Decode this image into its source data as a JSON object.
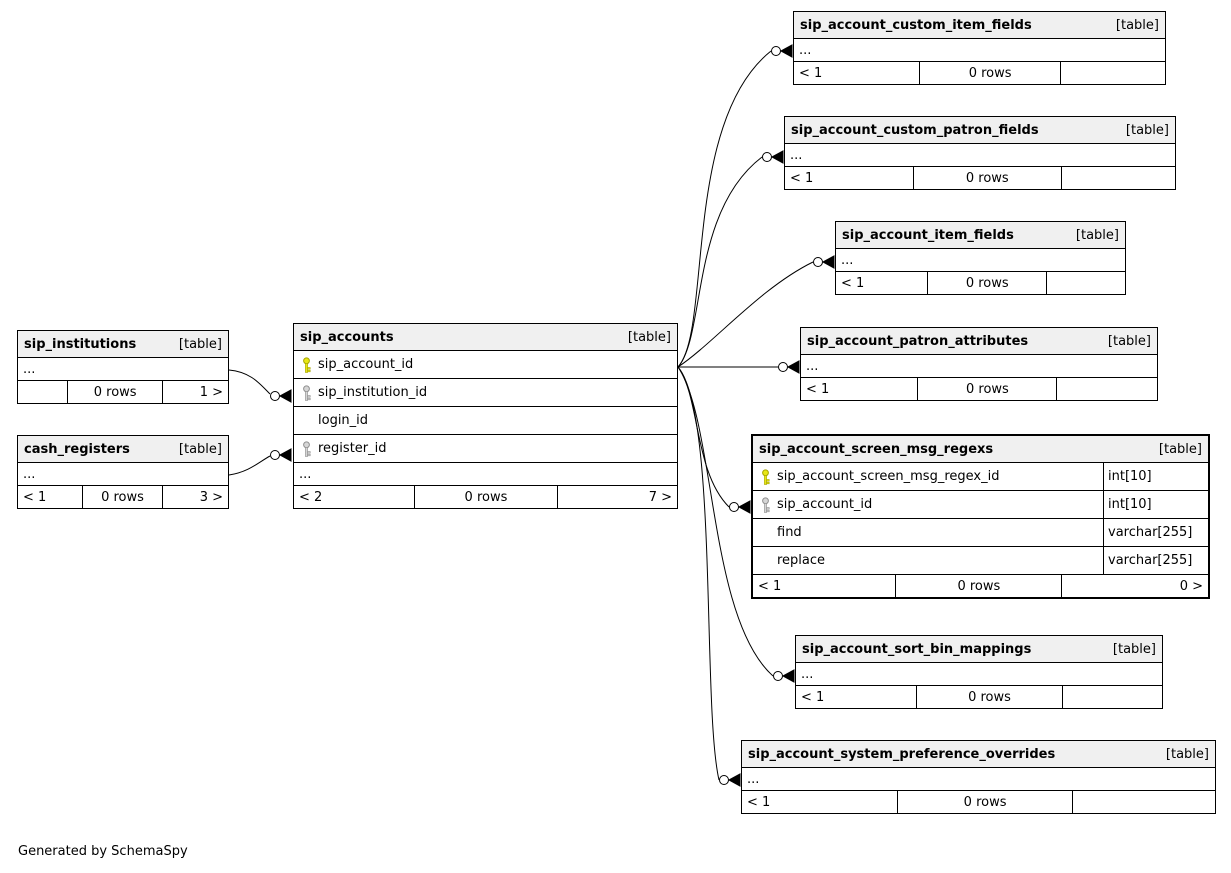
{
  "note": "Generated by SchemaSpy",
  "colors": {
    "primary_key": "#e8e715",
    "foreign_key": "#cccccc",
    "header_bg": "#f0f0f0",
    "edge": "#000000"
  },
  "tables": {
    "custom_item_fields": {
      "name": "sip_account_custom_item_fields",
      "tag": "[table]",
      "more": "...",
      "stats": {
        "left": "< 1",
        "center": "0 rows",
        "right": ""
      }
    },
    "custom_patron_fields": {
      "name": "sip_account_custom_patron_fields",
      "tag": "[table]",
      "more": "...",
      "stats": {
        "left": "< 1",
        "center": "0 rows",
        "right": ""
      }
    },
    "item_fields": {
      "name": "sip_account_item_fields",
      "tag": "[table]",
      "more": "...",
      "stats": {
        "left": "< 1",
        "center": "0 rows",
        "right": ""
      }
    },
    "patron_attributes": {
      "name": "sip_account_patron_attributes",
      "tag": "[table]",
      "more": "...",
      "stats": {
        "left": "< 1",
        "center": "0 rows",
        "right": ""
      }
    },
    "screen_msg_regexs": {
      "name": "sip_account_screen_msg_regexs",
      "tag": "[table]",
      "columns": [
        {
          "name": "sip_account_screen_msg_regex_id",
          "key": "primary",
          "type": "int[10]"
        },
        {
          "name": "sip_account_id",
          "key": "foreign",
          "type": "int[10]"
        },
        {
          "name": "find",
          "key": "",
          "type": "varchar[255]"
        },
        {
          "name": "replace",
          "key": "",
          "type": "varchar[255]"
        }
      ],
      "stats": {
        "left": "< 1",
        "center": "0 rows",
        "right": "0 >"
      }
    },
    "sort_bin_mappings": {
      "name": "sip_account_sort_bin_mappings",
      "tag": "[table]",
      "more": "...",
      "stats": {
        "left": "< 1",
        "center": "0 rows",
        "right": ""
      }
    },
    "system_preference_overrides": {
      "name": "sip_account_system_preference_overrides",
      "tag": "[table]",
      "more": "...",
      "stats": {
        "left": "< 1",
        "center": "0 rows",
        "right": ""
      }
    },
    "institutions": {
      "name": "sip_institutions",
      "tag": "[table]",
      "more": "...",
      "stats": {
        "left": "",
        "center": "0 rows",
        "right": "1 >"
      }
    },
    "cash_registers": {
      "name": "cash_registers",
      "tag": "[table]",
      "more": "...",
      "stats": {
        "left": "< 1",
        "center": "0 rows",
        "right": "3 >"
      }
    },
    "accounts": {
      "name": "sip_accounts",
      "tag": "[table]",
      "columns": [
        {
          "name": "sip_account_id",
          "key": "primary",
          "type": ""
        },
        {
          "name": "sip_institution_id",
          "key": "foreign",
          "type": ""
        },
        {
          "name": "login_id",
          "key": "",
          "type": ""
        },
        {
          "name": "register_id",
          "key": "foreign",
          "type": ""
        }
      ],
      "more": "...",
      "stats": {
        "left": "< 2",
        "center": "0 rows",
        "right": "7 >"
      }
    }
  }
}
